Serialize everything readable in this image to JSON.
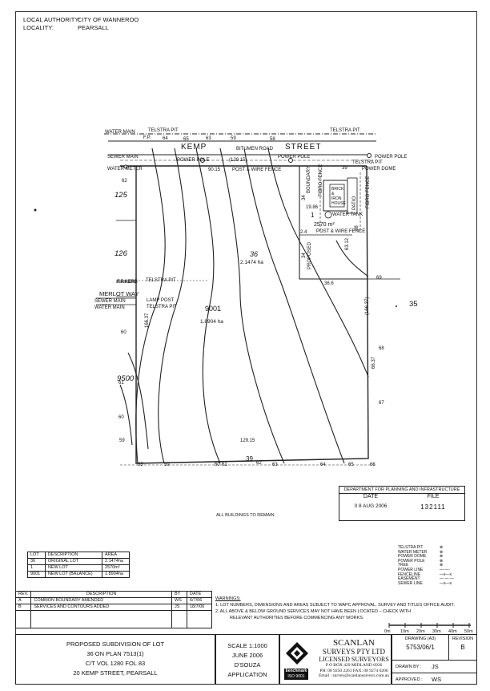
{
  "header": {
    "authority_label": "LOCAL AUTHORITY:",
    "authority_value": "CITY OF WANNEROO",
    "locality_label": "LOCALITY:",
    "locality_value": "PEARSALL"
  },
  "plan": {
    "street_name_1": "KEMP",
    "street_name_2": "STREET",
    "road_type": "BITUMEN ROAD",
    "labels": {
      "water_main": "WATER MAIN",
      "telstra_pit": "TELSTRA PIT",
      "telstra_pit_2": "TELSTRA PIT",
      "fp": "F.P.",
      "sewer_main": "SEWER MAIN",
      "power_pole": "POWER POLE",
      "power_pole_2": "POWER POLE",
      "power_pole_3": "POWER POLE",
      "water_meter": "WATER METER",
      "power_dome": "POWER DOME",
      "post_wire_fence": "POST & WIRE FENCE",
      "post_wire_fence_2": "POST & WIRE FENCE",
      "fibro_fence": "FIBRO FENCE",
      "fibro_fence_2": "FIBRO FENCE",
      "boundary": "BOUNDARY",
      "proposed": "PROPOSED",
      "house": "BRICK & IRON HOUSE",
      "patio": "PATIO",
      "water_tank": "WATER TANK",
      "merlot_way": "MERLOT WAY",
      "sewer_main_2": "SEWER MAIN",
      "water_main_2": "WATER MAIN",
      "lamp_post": "LAMP POST",
      "telstra_pit_3": "TELSTRA PIT",
      "telstra_pit_4": "TELSTRA PIT",
      "kerb": "F.P.KERB"
    },
    "dims": {
      "front": "(129.15)",
      "front_2": "90.15",
      "rear": "129.15",
      "left_side": "166.37",
      "right_side": "(166.37)",
      "right_side_2": "66.37",
      "lot1_front": "39",
      "lot1_side": "34",
      "lot1_side_2": "34",
      "lot1_side_3": "38",
      "lot1_side_4": "63.12",
      "lot1_rear": "36.6",
      "lot1_inner": "19.86",
      "lot1_inner_2": "2.4",
      "lot1_rear_2": "39"
    },
    "lots": {
      "lot_125": "125",
      "lot_126": "126",
      "lot_9500": "9500",
      "lot_35": "35",
      "lot_1": "1",
      "lot_1_area": "2570 m²",
      "lot_36": "36",
      "lot_36_area": "2.1474 ha",
      "lot_9001": "9001",
      "lot_9001_area": "1.8904 ha"
    },
    "contours": [
      "64",
      "65",
      "62",
      "63",
      "60",
      "59",
      "61",
      "60",
      "59",
      "58",
      "68",
      "67",
      "65",
      "59",
      "60",
      "61",
      "62",
      "63",
      "64",
      "65",
      "66",
      "69"
    ],
    "note": "ALL BUILDINGS TO REMAIN"
  },
  "stamp": {
    "title": "DEPARTMENT FOR PLANNING AND INFRASTRUCTURE",
    "date_label": "DATE",
    "file_label": "FILE",
    "date_value": "0 8 AUG 2006",
    "file_value": "132111"
  },
  "legend": {
    "items": [
      "TELSTRA PIT",
      "WATER METER",
      "POWER DOME",
      "POWER POLE",
      "TREE",
      "POWER LINE",
      "FENCELINE",
      "EASEMENT",
      "SEWER LINE"
    ],
    "symbols": [
      "⊗",
      "⊗",
      "⊗",
      "⊗",
      "⊗",
      "—·—·",
      "—x—x",
      "— — —",
      "—s—s"
    ]
  },
  "lot_table": {
    "headers": [
      "LOT",
      "DESCRIPTION",
      "AREA"
    ],
    "rows": [
      [
        "36",
        "ORIGINAL LOT",
        "2.1474ha"
      ],
      [
        "1",
        "NEW LOT",
        "2570m²"
      ],
      [
        "9001",
        "NEW LOT (BALANCE)",
        "1.8904ha"
      ]
    ]
  },
  "revisions": {
    "headers": [
      "REV.",
      "DESCRIPTION",
      "BY",
      "DATE"
    ],
    "rows": [
      [
        "A",
        "COMMON BOUNDARY AMENDED",
        "WS",
        "6/7/06"
      ],
      [
        "B",
        "SERVICES AND CONTOURS ADDED",
        "JS",
        "18/7/06"
      ]
    ]
  },
  "warnings": {
    "title": "WARNINGS:",
    "line1": "1. LOT NUMBERS, DIMENSIONS AND AREAS SUBJECT TO WAPC APPROVAL, SURVEY AND TITLES OFFICE AUDIT.",
    "line2": "2. ALL ABOVE & BELOW GROUND SERVICES MAY NOT HAVE BEEN LOCATED – CHECK WITH",
    "line3": "RELEVANT AUTHORITIES BEFORE COMMENCING ANY WORKS."
  },
  "scale_bar": [
    "0m",
    "10m",
    "20m",
    "30m",
    "40m",
    "50m"
  ],
  "title_block": {
    "line1": "PROPOSED SUBDIVISION OF LOT",
    "line2": "36 ON PLAN 7513(1)",
    "line3": "C/T VOL 1280 FOL 83",
    "line4": "20 KEMP STREET, PEARSALL",
    "scale": "SCALE 1:1000",
    "date": "JUNE 2006",
    "client": "D'SOUZA",
    "purpose": "APPLICATION",
    "benchmark": "benchmark",
    "benchmark_sub": "ISO 9001",
    "company1": "SCANLAN",
    "company2": "SURVEYS PTY LTD",
    "company3": "LICENSED SURVEYORS",
    "address": "P O BOX 429 MIDLAND 6936",
    "phone": "PH: 08 9250 2261  FAX: 08 9274 6206",
    "email": "Email : survey@scanlansurveys.com.au",
    "drawing_label": "DRAWING (A3)",
    "drawing_value": "5753/06/1",
    "revision_label": "REVISION",
    "revision_value": "B",
    "drawn_label": "DRAWN BY :",
    "drawn_value": "JS",
    "approved_label": "APPROVED :",
    "approved_value": "WS"
  }
}
